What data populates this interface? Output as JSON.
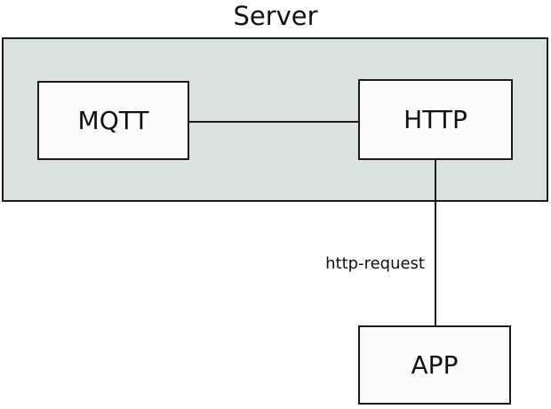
{
  "diagram": {
    "title": "Server",
    "groups": [
      {
        "id": "server",
        "title_ref": "Server",
        "contains": [
          "MQTT",
          "HTTP"
        ],
        "fill": "#d9e2df"
      }
    ],
    "nodes": [
      {
        "id": "mqtt",
        "label": "MQTT",
        "group": "server"
      },
      {
        "id": "http",
        "label": "HTTP",
        "group": "server"
      },
      {
        "id": "app",
        "label": "APP",
        "group": null
      }
    ],
    "edges": [
      {
        "from": "MQTT",
        "to": "HTTP",
        "label": "",
        "orientation": "horizontal"
      },
      {
        "from": "HTTP",
        "to": "APP",
        "label": "http-request",
        "orientation": "vertical"
      }
    ],
    "colors": {
      "background": "#ffffff",
      "group_fill": "#d9e2df",
      "node_fill": "#fcfcfc",
      "border": "#1a1a1a",
      "text": "#111111"
    }
  }
}
